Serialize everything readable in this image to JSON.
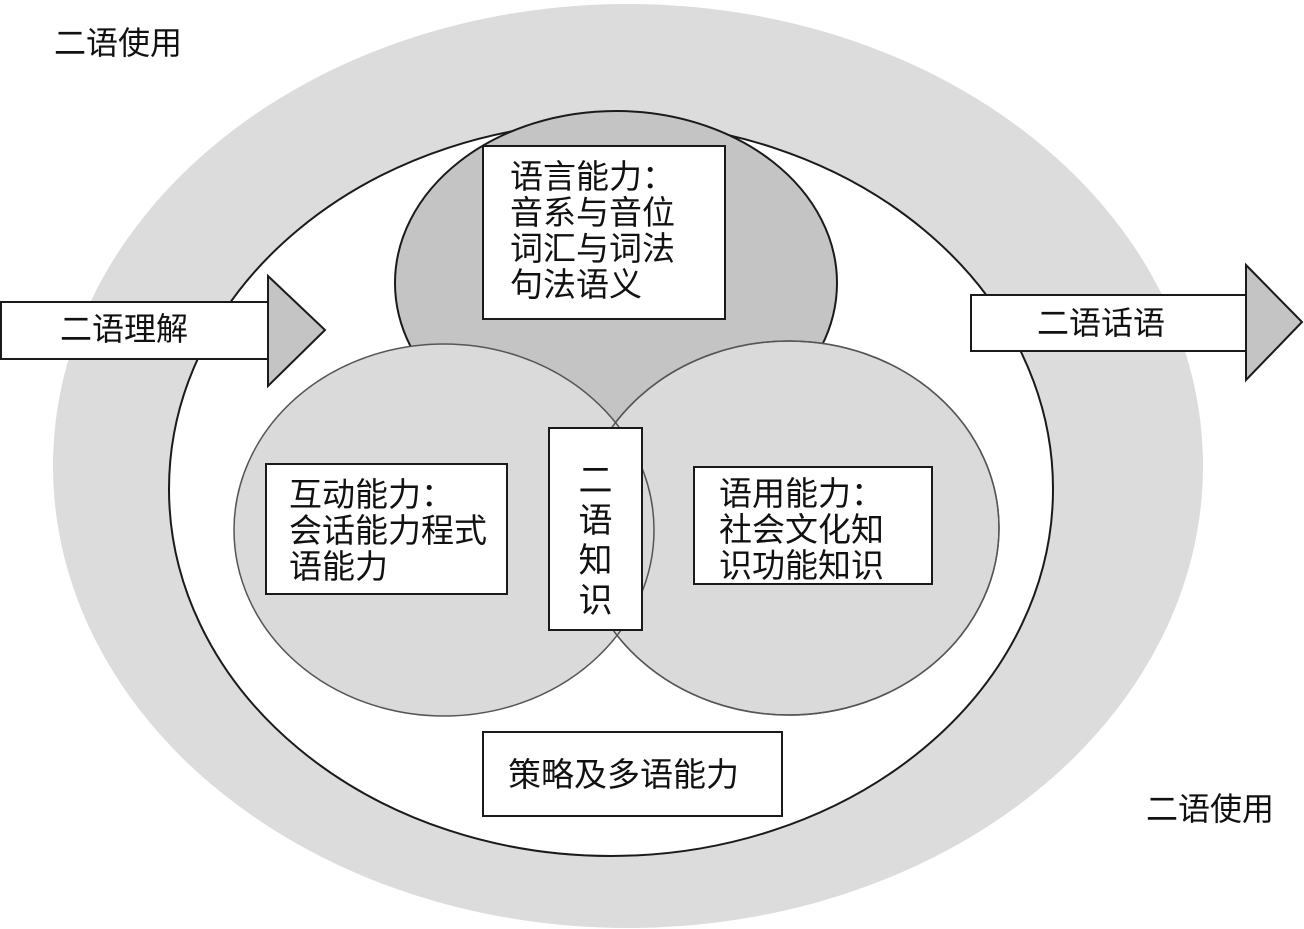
{
  "colors": {
    "outer_ring": "#dcdcdc",
    "inner_field": "#ffffff",
    "top_circle": "#c4c4c4",
    "side_circles": "#dadada",
    "arrow_head": "#c4c4c4",
    "stroke": "#1a1a1a"
  },
  "labels": {
    "l2_use_top": "二语使用",
    "l2_use_bottom": "二语使用",
    "l2_comprehension": "二语理解",
    "l2_discourse": "二语话语",
    "l2_knowledge": "二\n语\n知\n识",
    "strategy": "策略及多语能力"
  },
  "competences": {
    "language": "语言能力：\n音系与音位\n词汇与词法\n句法语义",
    "interactional": "互动能力：\n会话能力程式\n语能力",
    "pragmatic": "语用能力：\n社会文化知\n识功能知识"
  },
  "icons": {
    "input_arrow": "arrow-right-icon",
    "output_arrow": "arrow-right-icon"
  }
}
